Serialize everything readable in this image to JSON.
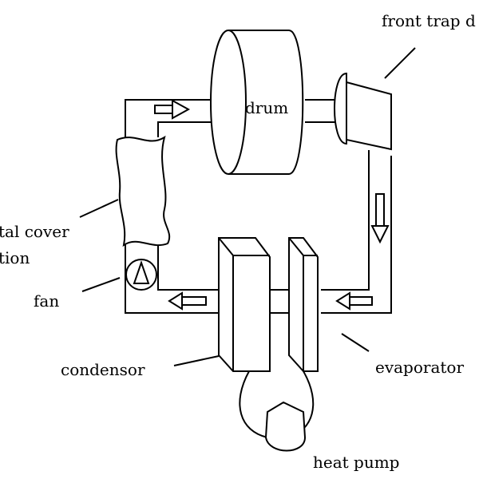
{
  "labels": {
    "drum": "drum",
    "front_trap": "front trap d",
    "cover": "tal cover",
    "cover_2": "tion",
    "fan": "fan",
    "condensor": "condensor",
    "evaporator": "evaporator",
    "heat_pump": "heat pump"
  }
}
